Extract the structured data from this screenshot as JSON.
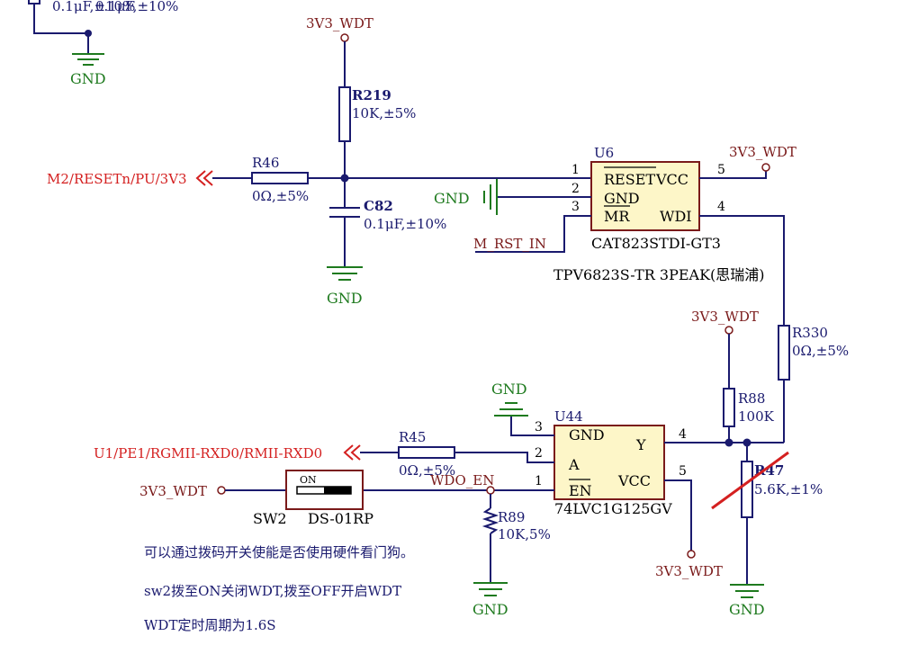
{
  "colors": {
    "wire": "#1a1a6e",
    "power_label": "#7a1a1a",
    "ground": "#1e7a1e",
    "port": "#d42020",
    "chip_fill": "#fdf6c8",
    "strike": "#d42020"
  },
  "top_left_fragment": {
    "value": "0.1μF,±10%",
    "overlap": "0.1μF,±10%",
    "gnd": "GND"
  },
  "nets": {
    "vcc_r219": "3V3_WDT",
    "vcc_u6": "3V3_WDT",
    "vcc_r88": "3V3_WDT",
    "vcc_sw2": "3V3_WDT",
    "vcc_u44": "3V3_WDT",
    "m_rst_in": "M_RST_IN",
    "wdo_en": "WDO_EN"
  },
  "ports": {
    "reset": "M2/RESETn/PU/3V3",
    "rgmii": "U1/PE1/RGMII-RXD0/RMII-RXD0"
  },
  "grounds": {
    "c82": "GND",
    "u6": "GND",
    "u44": "GND",
    "r89": "GND",
    "r47": "GND"
  },
  "components": {
    "r219": {
      "designator": "R219",
      "value": "10K,±5%"
    },
    "r46": {
      "designator": "R46",
      "value": "0Ω,±5%"
    },
    "c82": {
      "designator": "C82",
      "value": "0.1μF,±10%"
    },
    "r330": {
      "designator": "R330",
      "value": "0Ω,±5%"
    },
    "r88": {
      "designator": "R88",
      "value": "100K"
    },
    "r47": {
      "designator": "R47",
      "value": "5.6K,±1%"
    },
    "r45": {
      "designator": "R45",
      "value": "0Ω,±5%"
    },
    "r89": {
      "designator": "R89",
      "value": "10K,5%"
    },
    "sw2": {
      "designator": "SW2",
      "part": "DS-01RP",
      "on_label": "ON"
    }
  },
  "u6": {
    "designator": "U6",
    "part": "CAT823STDI-GT3",
    "alt_part": "TPV6823S-TR 3PEAK(思瑞浦)",
    "pins": {
      "p1": {
        "num": "1",
        "name": "RESET"
      },
      "p2": {
        "num": "2",
        "name": "GND"
      },
      "p3": {
        "num": "3",
        "name": "MR"
      },
      "p4": {
        "num": "4",
        "name": "WDI"
      },
      "p5": {
        "num": "5",
        "name": "VCC"
      }
    }
  },
  "u44": {
    "designator": "U44",
    "part": "74LVC1G125GV",
    "pins": {
      "p1": {
        "num": "1",
        "name": "EN"
      },
      "p2": {
        "num": "2",
        "name": "A"
      },
      "p3": {
        "num": "3",
        "name": "GND"
      },
      "p4": {
        "num": "4",
        "name": "Y"
      },
      "p5": {
        "num": "5",
        "name": "VCC"
      }
    }
  },
  "notes": [
    "可以通过拨码开关使能是否使用硬件看门狗。",
    "sw2拨至ON关闭WDT,拨至OFF开启WDT",
    "WDT定时周期为1.6S"
  ]
}
